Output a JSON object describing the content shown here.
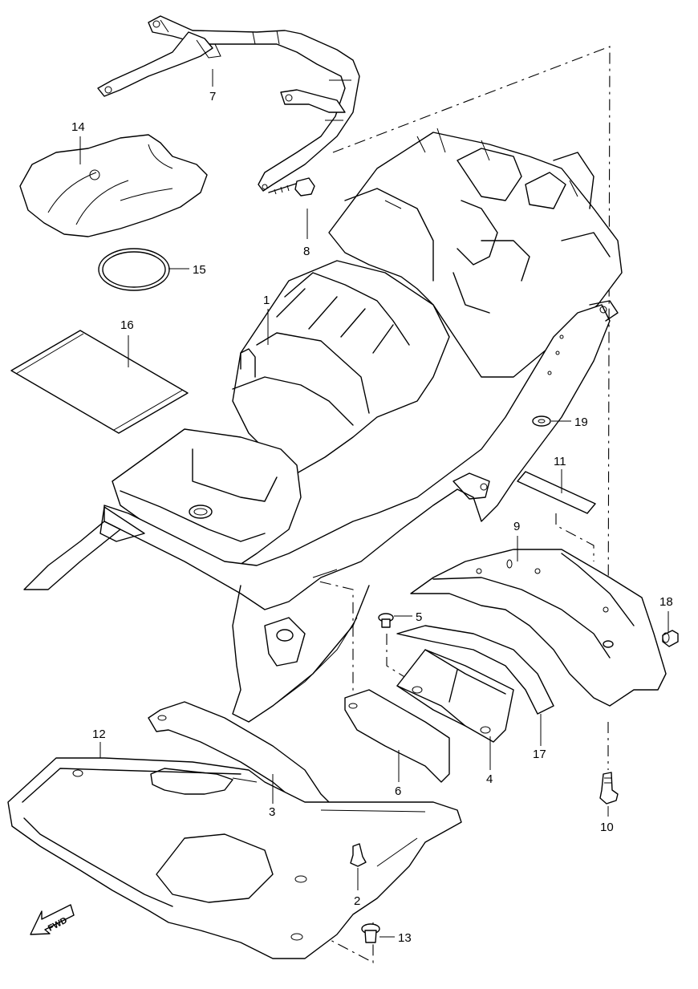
{
  "callouts": [
    {
      "id": "p1",
      "label": "1"
    },
    {
      "id": "p2",
      "label": "2"
    },
    {
      "id": "p3",
      "label": "3"
    },
    {
      "id": "p4",
      "label": "4"
    },
    {
      "id": "p5",
      "label": "5"
    },
    {
      "id": "p6",
      "label": "6"
    },
    {
      "id": "p7",
      "label": "7"
    },
    {
      "id": "p8",
      "label": "8"
    },
    {
      "id": "p9",
      "label": "9"
    },
    {
      "id": "p10",
      "label": "10"
    },
    {
      "id": "p11",
      "label": "11"
    },
    {
      "id": "p12",
      "label": "12"
    },
    {
      "id": "p13",
      "label": "13"
    },
    {
      "id": "p14",
      "label": "14"
    },
    {
      "id": "p15",
      "label": "15"
    },
    {
      "id": "p16",
      "label": "16"
    },
    {
      "id": "p17",
      "label": "17"
    },
    {
      "id": "p18",
      "label": "18"
    },
    {
      "id": "p19",
      "label": "19"
    }
  ],
  "direction_arrow": {
    "label": "FWD",
    "icon": "fwd-arrow-icon"
  },
  "colors": {
    "line": "#000000",
    "background": "#ffffff"
  }
}
